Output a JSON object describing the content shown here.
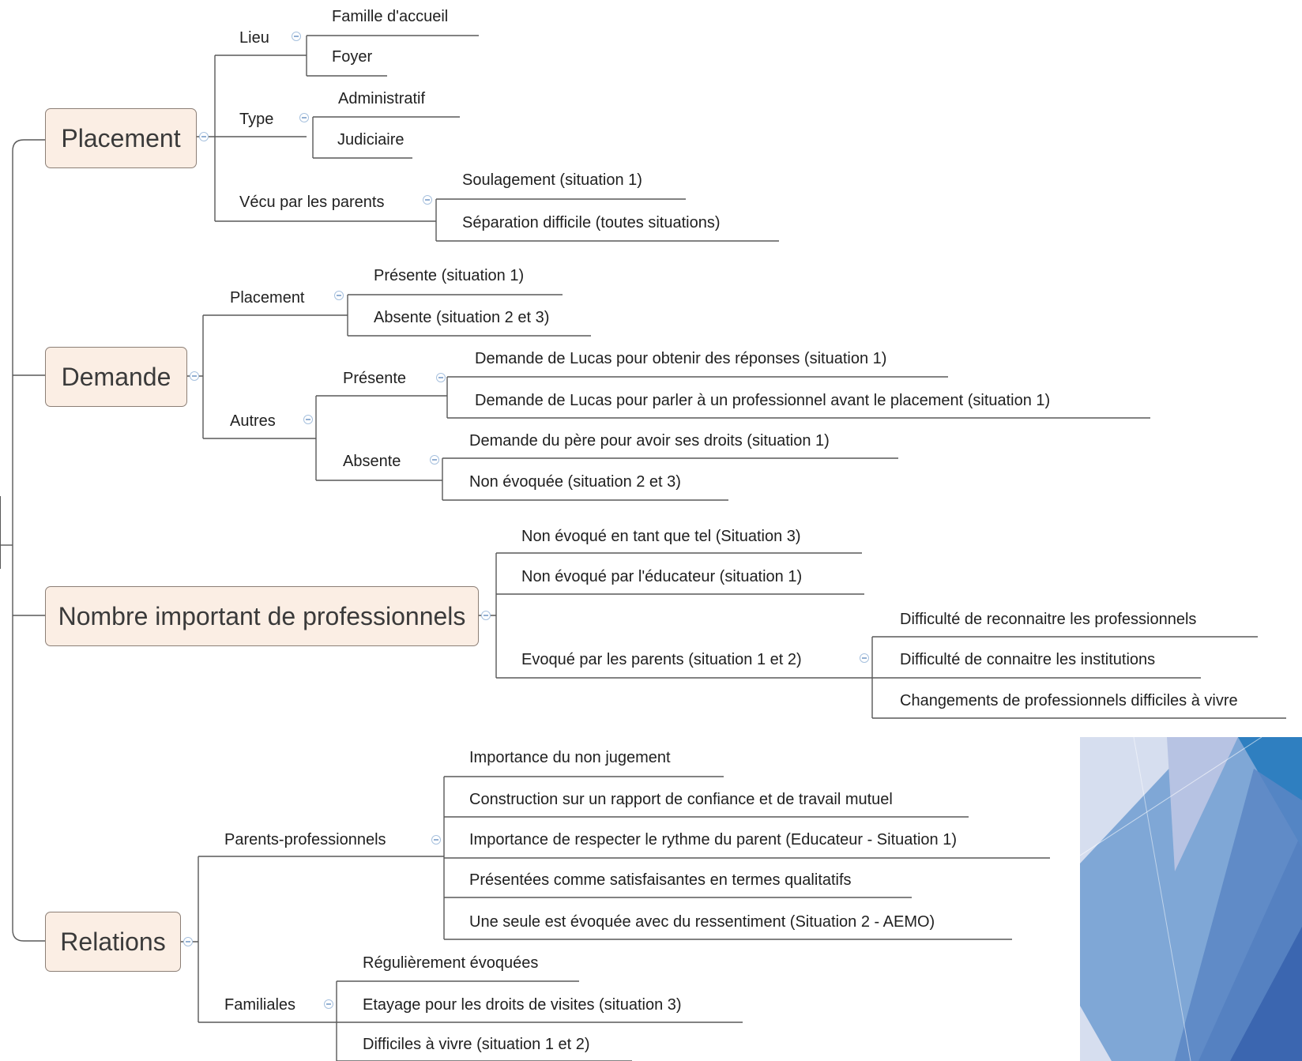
{
  "topics": {
    "placement": {
      "label": "Placement",
      "lieu": {
        "label": "Lieu",
        "items": [
          "Famille d'accueil",
          "Foyer"
        ]
      },
      "type": {
        "label": "Type",
        "items": [
          "Administratif",
          "Judiciaire"
        ]
      },
      "vecu": {
        "label": "Vécu par les parents",
        "items": [
          "Soulagement (situation 1)",
          "Séparation difficile (toutes situations)"
        ]
      }
    },
    "demande": {
      "label": "Demande",
      "placement": {
        "label": "Placement",
        "items": [
          "Présente (situation 1)",
          "Absente (situation 2 et 3)"
        ]
      },
      "autres": {
        "label": "Autres",
        "presente": {
          "label": "Présente",
          "items": [
            "Demande de Lucas pour obtenir des réponses (situation 1)",
            "Demande de Lucas pour parler à un professionnel avant le placement (situation 1)"
          ]
        },
        "absente": {
          "label": "Absente",
          "items": [
            "Demande du père pour avoir ses droits (situation 1)",
            "Non évoquée (situation 2 et 3)"
          ]
        }
      }
    },
    "nombre": {
      "label": "Nombre important de professionnels",
      "items": [
        "Non évoqué en tant que tel (Situation 3)",
        "Non évoqué par l'éducateur (situation 1)"
      ],
      "evoque": {
        "label": "Evoqué par les parents (situation 1 et 2)",
        "items": [
          "Difficulté de reconnaitre les professionnels",
          "Difficulté de connaitre les institutions",
          "Changements de professionnels difficiles à vivre"
        ]
      }
    },
    "relations": {
      "label": "Relations",
      "parents_pro": {
        "label": "Parents-professionnels",
        "items": [
          "Importance du non jugement",
          "Construction sur un rapport de confiance et de travail mutuel",
          "Importance de respecter le rythme du parent (Educateur - Situation 1)",
          "Présentées comme satisfaisantes en termes qualitatifs",
          "Une seule est évoquée avec du ressentiment (Situation 2 - AEMO)"
        ]
      },
      "familiales": {
        "label": "Familiales",
        "items": [
          "Régulièrement évoquées",
          "Etayage pour les droits de visites (situation 3)",
          "Difficiles à vivre (situation 1 et 2)"
        ]
      }
    }
  },
  "colors": {
    "line": "#595959",
    "topic_fill": "#fbeee4",
    "topic_border": "#8c7f76",
    "toggle": "#93b0d3",
    "deco": [
      "#d6deef",
      "#7fa7d6",
      "#5b86c4",
      "#3b66b0",
      "#2f7fc0",
      "#b7c3e3"
    ]
  }
}
